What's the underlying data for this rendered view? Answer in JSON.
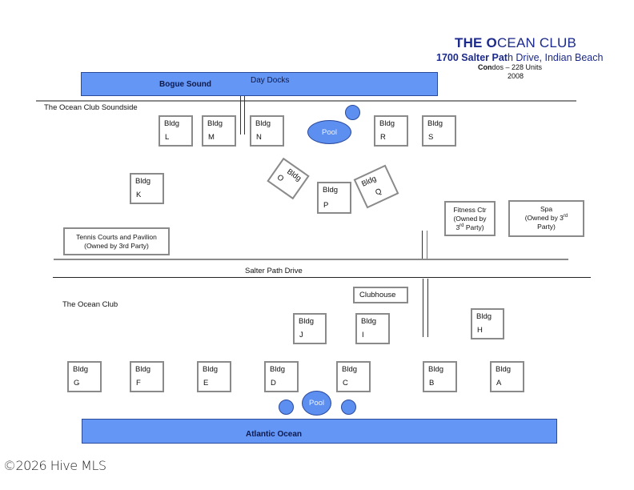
{
  "header": {
    "title_bold": "THE O",
    "title_rest": "CEAN CLUB",
    "address_bold": "1700 Salter Pat",
    "address_rest": "h Drive, Indian Beach",
    "units_bold": "Con",
    "units_rest": "dos – 228 Units",
    "year": "2008"
  },
  "water": {
    "sound_label": "Bogue Sound",
    "docks_label": "Day Docks",
    "ocean_label": "Atlantic Ocean"
  },
  "areas": {
    "soundside": "The Ocean Club Soundside",
    "oceanside": "The Ocean Club",
    "road": "Salter Path Drive"
  },
  "buildings": {
    "prefix": "Bldg",
    "soundside": [
      "L",
      "M",
      "N",
      "R",
      "S",
      "K",
      "O",
      "P",
      "Q"
    ],
    "oceanside": [
      "J",
      "I",
      "H",
      "G",
      "F",
      "E",
      "D",
      "C",
      "B",
      "A"
    ]
  },
  "amenities": {
    "pool": "Pool",
    "clubhouse": "Clubhouse",
    "tennis_line1": "Tennis Courts and Pavilion",
    "tennis_line2": "(Owned by 3rd Party)",
    "fitness_line1": "Fitness Ctr",
    "fitness_line2": "(Owned by",
    "fitness_line3_num": "3",
    "fitness_line3_sup": "rd",
    "fitness_line3_rest": " Party)",
    "spa_line1": "Spa",
    "spa_line2": "(Owned by 3",
    "spa_line2_sup": "rd",
    "spa_line3": "Party)"
  },
  "colors": {
    "water": "#6496f5",
    "title": "#1c2a8c"
  },
  "footer": {
    "copyright": "©2026 Hive MLS"
  }
}
